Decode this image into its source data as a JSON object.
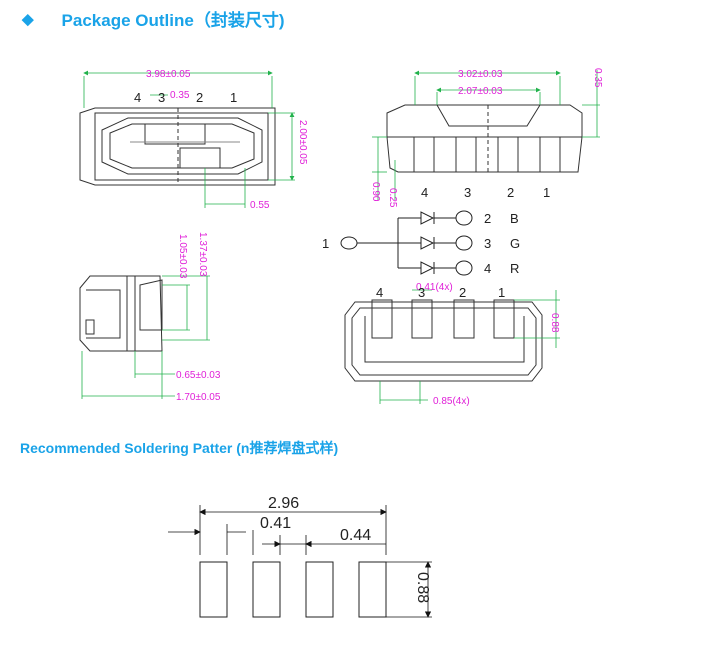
{
  "headings": {
    "package_outline": "Package Outline（封装尺寸)",
    "soldering": "Recommended Soldering Patter (n推荐焊盘式样)"
  },
  "icons": {
    "bullet": "diamond-icon"
  },
  "colors": {
    "heading": "#1aa3e8",
    "dimension": "#e020d8",
    "dimension_line": "#22b24c",
    "outline": "#333333"
  },
  "top_view": {
    "length": "3.98±0.05",
    "pitch": "0.35",
    "width": "2.00±0.05",
    "tab": "0.55",
    "pins": [
      "4",
      "3",
      "2",
      "1"
    ]
  },
  "front_view": {
    "outer": "3.02±0.03",
    "inner": "2.07±0.03",
    "height": "0.35",
    "total": "0.90",
    "lead": "0.25",
    "pins": [
      "4",
      "3",
      "2",
      "1"
    ]
  },
  "side_view": {
    "h1": "1.37±0.03",
    "h2": "1.05±0.03",
    "w1": "0.65±0.03",
    "w2": "1.70±0.05"
  },
  "bottom_view": {
    "pad_w": "0.41(4x)",
    "pad_pitch": "0.85(4x)",
    "pad_h": "0.88",
    "pins": [
      "4",
      "3",
      "2",
      "1"
    ]
  },
  "circuit": {
    "common": "1",
    "channels": [
      {
        "pin": "2",
        "color": "B"
      },
      {
        "pin": "3",
        "color": "G"
      },
      {
        "pin": "4",
        "color": "R"
      }
    ]
  },
  "solder": {
    "total": "2.96",
    "pad_w": "0.41",
    "gap": "0.44",
    "pad_h": "0.88"
  }
}
